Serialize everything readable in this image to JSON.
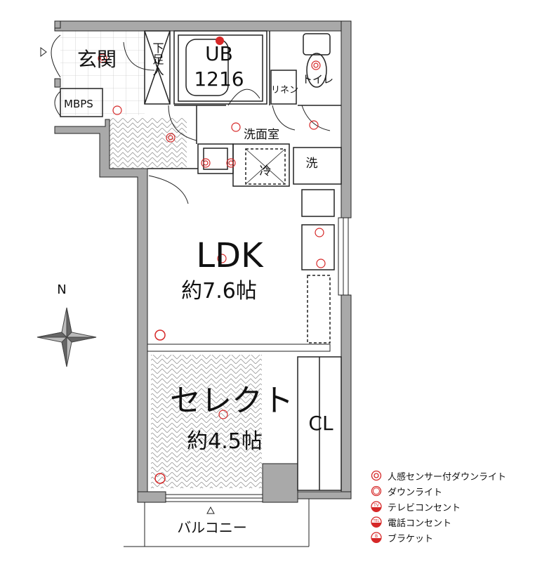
{
  "rooms": {
    "entrance": "玄関",
    "shoe_cabinet": "下足入",
    "mbps": "MBPS",
    "bath": "UB",
    "bath_size": "1216",
    "linen": "リネン",
    "toilet": "トイレ",
    "washroom": "洗面室",
    "fridge": "冷",
    "washer": "洗",
    "ldk": "LDK",
    "ldk_size": "約7.6帖",
    "select": "セレクト",
    "select_size": "約4.5帖",
    "closet": "CL",
    "balcony": "バルコニー"
  },
  "compass": {
    "north": "N"
  },
  "legend": [
    {
      "icon": "motion-sensor-downlight-icon",
      "label": "人感センサー付ダウンライト"
    },
    {
      "icon": "downlight-icon",
      "label": "ダウンライト"
    },
    {
      "icon": "tv-outlet-icon",
      "label": "テレビコンセント",
      "mark": "TV"
    },
    {
      "icon": "phone-outlet-icon",
      "label": "電話コンセント",
      "mark": "TEL"
    },
    {
      "icon": "bracket-light-icon",
      "label": "ブラケット",
      "mark": "B"
    }
  ],
  "colors": {
    "wall": "#a9a9a9",
    "fixture": "#d62828"
  }
}
